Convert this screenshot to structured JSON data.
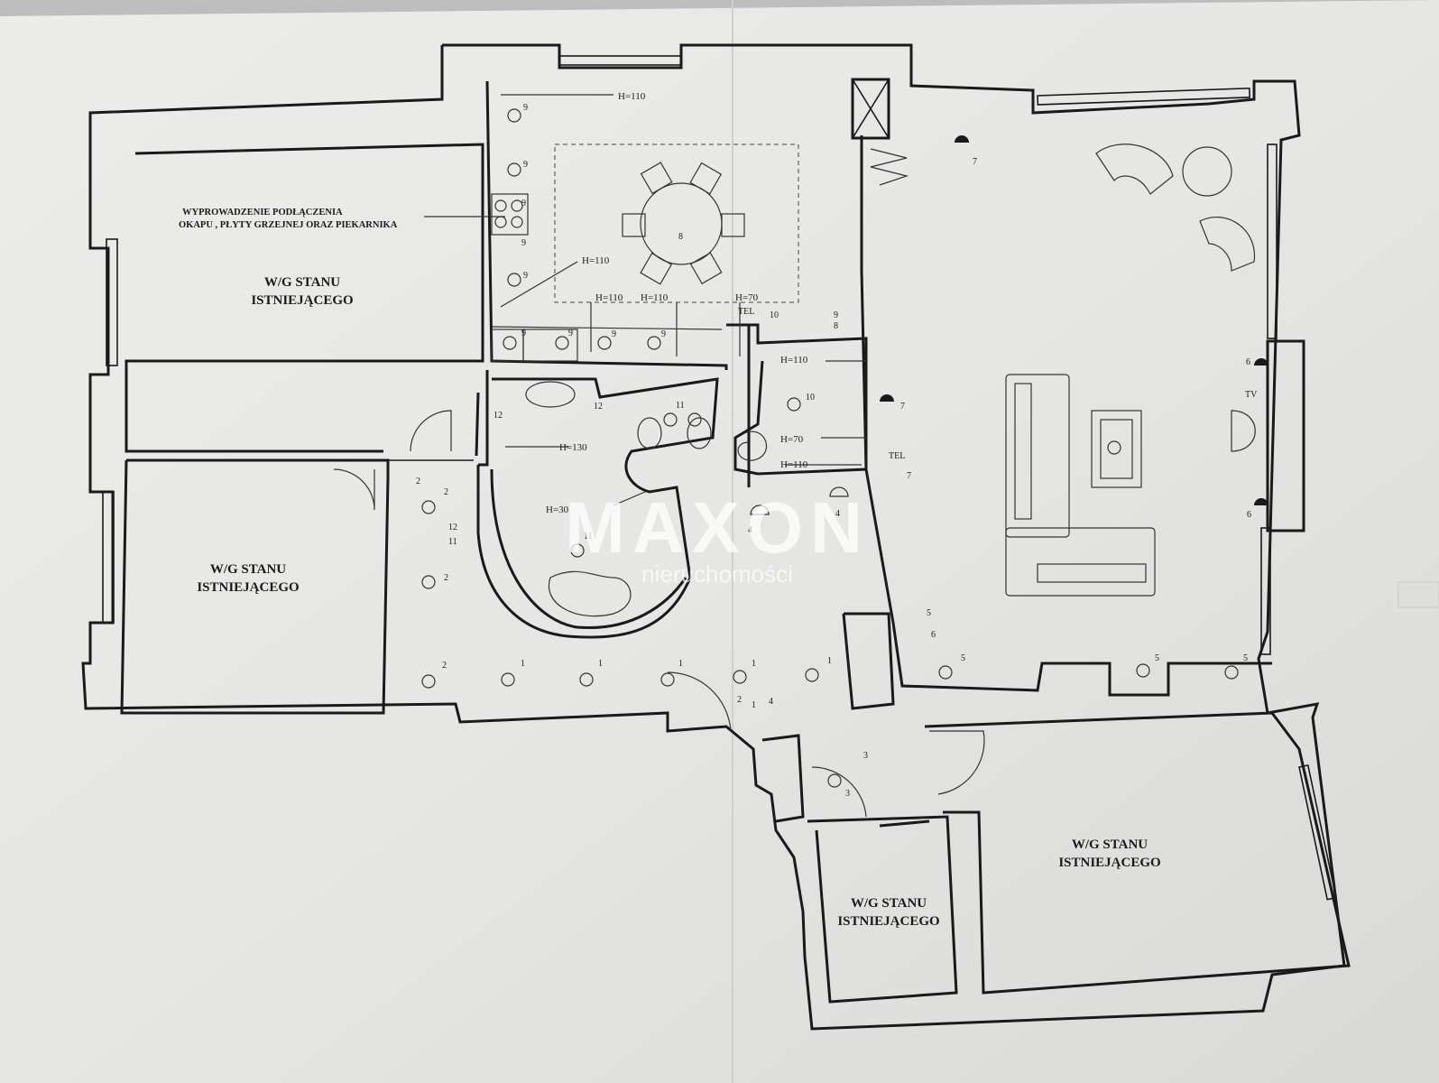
{
  "rooms": [
    {
      "line1": "W/G STANU",
      "line2": "ISTNIEJĄCEGO"
    },
    {
      "line1": "W/G STANU",
      "line2": "ISTNIEJĄCEGO"
    },
    {
      "line1": "W/G STANU",
      "line2": "ISTNIEJĄCEGO"
    },
    {
      "line1": "W/G STANU",
      "line2": "ISTNIEJĄCEGO"
    }
  ],
  "kitchen_note": {
    "line1": "WYPROWADZENIE PODŁĄCZENIA",
    "line2": "OKAPU , PŁYTY GRZEJNEJ ORAZ PIEKARNIKA"
  },
  "height_marks": [
    "H=110",
    "H=110",
    "H=110",
    "H=110",
    "H=70",
    "H=130",
    "H=30",
    "H=110",
    "H=70",
    "H=110"
  ],
  "other_labels": {
    "tel1": "TEL",
    "tel2": "TEL",
    "tv": "TV"
  },
  "fixture_numbers": [
    "9",
    "9",
    "9",
    "9",
    "9",
    "9",
    "9",
    "9",
    "9",
    "8",
    "9",
    "8",
    "10",
    "10",
    "11",
    "11",
    "12",
    "12",
    "12",
    "11",
    "2",
    "2",
    "2",
    "2",
    "1",
    "1",
    "1",
    "1",
    "1",
    "2",
    "1",
    "4",
    "4",
    "4",
    "3",
    "3",
    "5",
    "6",
    "5",
    "5",
    "5",
    "6",
    "6",
    "7",
    "7",
    "7"
  ],
  "watermark": {
    "brand": "MAXON",
    "sub": "nieruchomości"
  },
  "colors": {
    "paper": "#e8e8e6",
    "ink": "#1a1a1a",
    "background": "#bdbdbd"
  }
}
